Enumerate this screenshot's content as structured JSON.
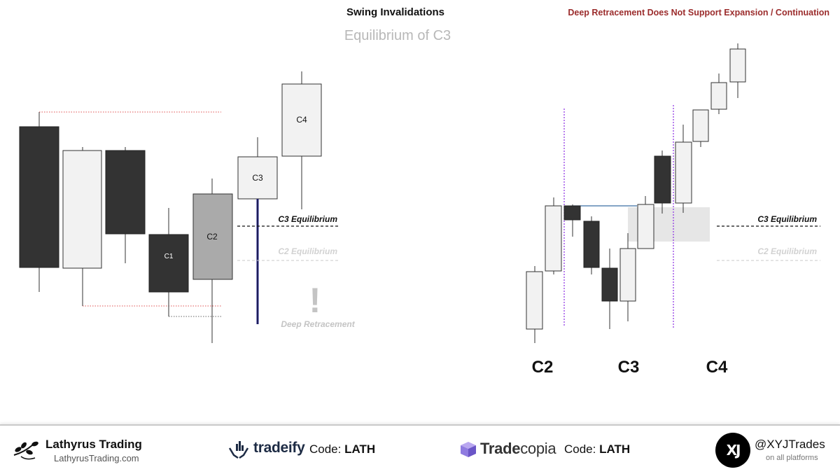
{
  "header": {
    "title": "Swing Invalidations",
    "left_subtitle": "Equilibrium of C3",
    "right_title": "Deep Retracement Does Not Support Expansion / Continuation"
  },
  "left_diagram": {
    "candle_labels": [
      "C1",
      "C2",
      "C3",
      "C4"
    ],
    "c3_equilibrium_label": "C3 Equilibrium",
    "c2_equilibrium_label": "C2 Equilibrium",
    "deep_retracement_label": "Deep Retracement",
    "exclamation": "!"
  },
  "right_diagram": {
    "section_labels": [
      "C2",
      "C3",
      "C4"
    ],
    "c3_equilibrium_label": "C3 Equilibrium",
    "c2_equilibrium_label": "C2 Equilibrium"
  },
  "colors": {
    "bear_fill": "#333333",
    "bull_fill": "#f2f2f2",
    "c2_fill": "#aaaaaa",
    "dotted_red": "#e05050",
    "retracement_line": "#1a1a8c",
    "divider_purple": "#8a2be2",
    "title_red": "#9b2c2c"
  },
  "footer": {
    "lathyrus": {
      "name": "Lathyrus Trading",
      "site": "LathyrusTrading.com"
    },
    "tradeify": {
      "word": "tradeify",
      "code_label": "Code: ",
      "code": "LATH"
    },
    "tradecopia": {
      "word_bold": "Trade",
      "word_rest": "copia",
      "code_label": "Code: ",
      "code": "LATH"
    },
    "xyj": {
      "handle": "@XYJTrades",
      "sub": "on all platforms",
      "logo_text": "XJ"
    }
  }
}
